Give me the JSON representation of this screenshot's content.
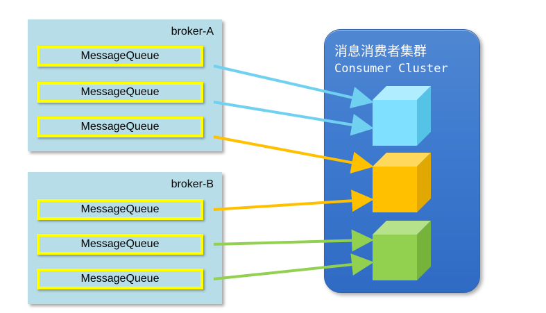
{
  "broker_a": {
    "title": "broker-A",
    "queues": [
      "MessageQueue",
      "MessageQueue",
      "MessageQueue"
    ]
  },
  "broker_b": {
    "title": "broker-B",
    "queues": [
      "MessageQueue",
      "MessageQueue",
      "MessageQueue"
    ]
  },
  "cluster": {
    "title": "消息消费者集群",
    "subtitle": "Consumer Cluster",
    "consumers": [
      {
        "color": "#7fe0ff"
      },
      {
        "color": "#ffc000"
      },
      {
        "color": "#92d050"
      }
    ]
  },
  "arrows": [
    {
      "from": "broker-A queue 1",
      "to": "consumer 1",
      "color": "#70d0f0"
    },
    {
      "from": "broker-A queue 2",
      "to": "consumer 1",
      "color": "#70d0f0"
    },
    {
      "from": "broker-A queue 3",
      "to": "consumer 2",
      "color": "#ffc000"
    },
    {
      "from": "broker-B queue 1",
      "to": "consumer 2",
      "color": "#ffc000"
    },
    {
      "from": "broker-B queue 2",
      "to": "consumer 3",
      "color": "#92d050"
    },
    {
      "from": "broker-B queue 3",
      "to": "consumer 3",
      "color": "#92d050"
    }
  ]
}
